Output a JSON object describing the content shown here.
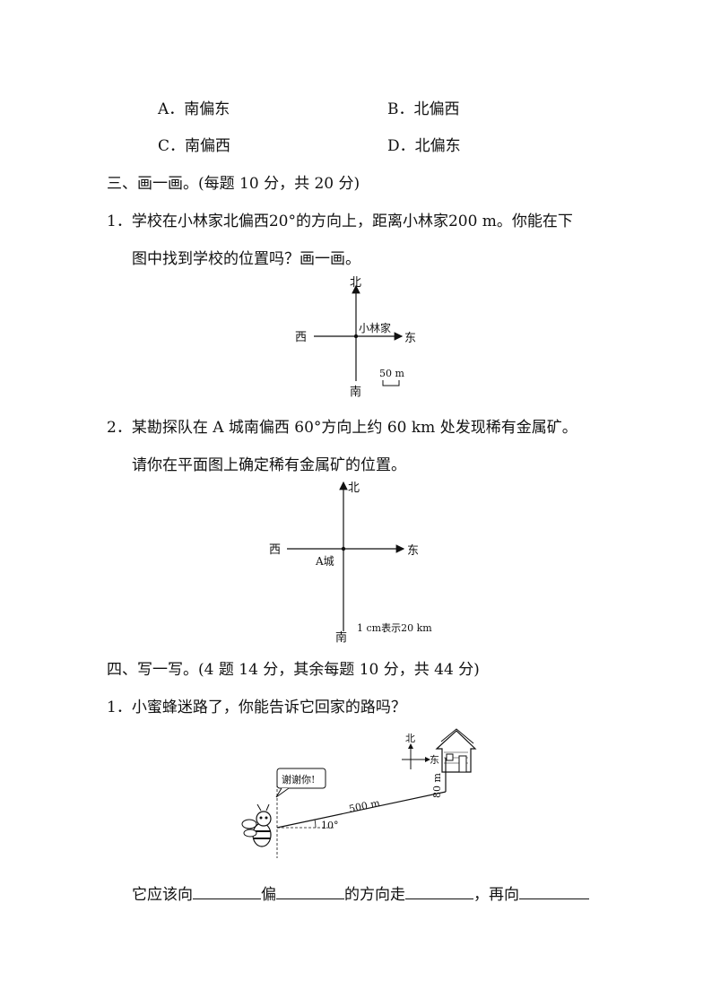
{
  "choices": {
    "a": "A．南偏东",
    "b": "B．北偏西",
    "c": "C．南偏西",
    "d": "D．北偏东"
  },
  "section3": {
    "heading": "三、画一画。(每题 10 分，共 20 分)",
    "q1": {
      "line1": "1．学校在小林家北偏西20°的方向上，距离小林家200 m。你能在下",
      "line2": "图中找到学校的位置吗？画一画。",
      "diagram": {
        "north": "北",
        "south": "南",
        "west": "西",
        "east": "东",
        "origin_label": "小林家",
        "scale_label": "50 m"
      }
    },
    "q2": {
      "line1": "2．某勘探队在 A 城南偏西 60°方向上约 60 km 处发现稀有金属矿。",
      "line2": "请你在平面图上确定稀有金属矿的位置。",
      "diagram": {
        "north": "北",
        "south": "南",
        "west": "西",
        "east": "东",
        "origin_label": "A城",
        "scale_label": "1 cm表示20 km"
      }
    }
  },
  "section4": {
    "heading": "四、写一写。(4 题 14 分，其余每题 10 分，共 44 分)",
    "q1": {
      "line1": "1．小蜜蜂迷路了，你能告诉它回家的路吗？",
      "diagram": {
        "speech": "谢谢你!",
        "distance1": "500 m",
        "angle": "10°",
        "distance2": "80 m",
        "north": "北",
        "east": "东"
      },
      "answer_parts": {
        "p1": "它应该向",
        "p2": "偏",
        "p3": "的方向走",
        "p4": "，再向"
      }
    }
  }
}
